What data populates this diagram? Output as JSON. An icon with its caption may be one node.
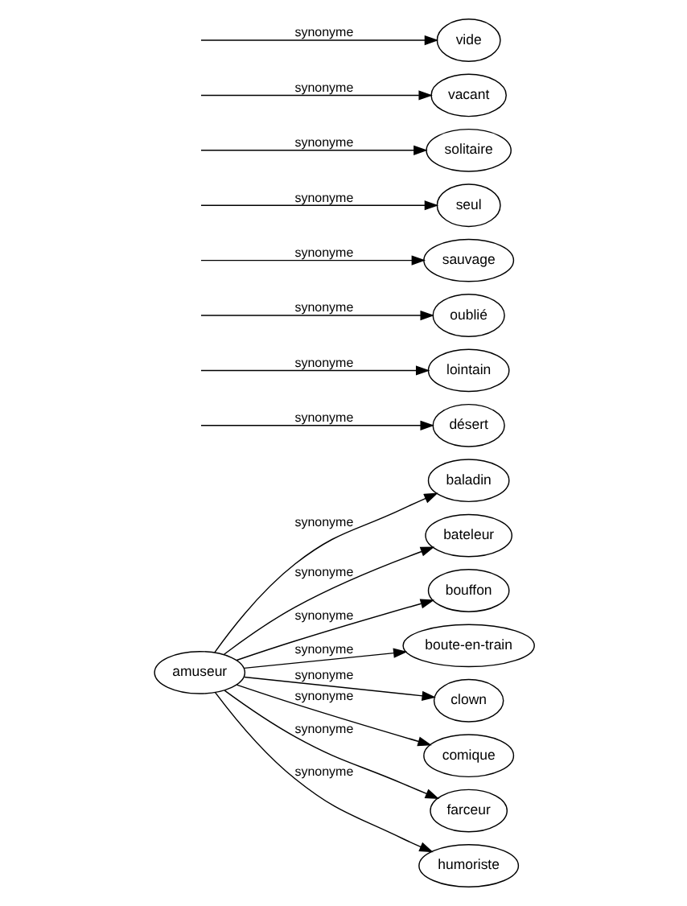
{
  "diagram": {
    "nodes": [
      {
        "text": [
          "amuseur"
        ]
      },
      {
        "text": [
          "baladin"
        ]
      },
      {
        "text": [
          "bateleur"
        ]
      },
      {
        "text": [
          "bouffon"
        ]
      },
      {
        "text": [
          "boute-en-train"
        ]
      },
      {
        "text": [
          "clown"
        ]
      },
      {
        "text": [
          "comique"
        ]
      },
      {
        "text": [
          "farceur"
        ]
      },
      {
        "text": [
          "humoriste"
        ]
      },
      {
        "text": [
          "désert"
        ]
      },
      {
        "text": [
          "lointain"
        ]
      },
      {
        "text": [
          "oublié"
        ]
      },
      {
        "text": [
          "sauvage"
        ]
      },
      {
        "text": [
          "seul"
        ]
      },
      {
        "text": [
          "solitaire"
        ]
      },
      {
        "text": [
          "vacant"
        ]
      },
      {
        "text": [
          "vide"
        ]
      }
    ],
    "edges": [
      {
        "from": 0,
        "to": 1,
        "arrow": "to",
        "label": "synonyme"
      },
      {
        "from": 0,
        "to": 2,
        "arrow": "to",
        "label": "synonyme"
      },
      {
        "from": 0,
        "to": 3,
        "arrow": "to",
        "label": "synonyme"
      },
      {
        "from": 0,
        "to": 4,
        "arrow": "to",
        "label": "synonyme"
      },
      {
        "from": 0,
        "to": 5,
        "arrow": "to",
        "label": "synonyme"
      },
      {
        "from": 0,
        "to": 6,
        "arrow": "to",
        "label": "synonyme"
      },
      {
        "from": 0,
        "to": 7,
        "arrow": "to",
        "label": "synonyme"
      },
      {
        "from": 0,
        "to": 8,
        "arrow": "to",
        "label": "synonyme"
      },
      {
        "from": null,
        "to": 9,
        "arrow": "to",
        "label": "synonyme"
      },
      {
        "from": null,
        "to": 10,
        "arrow": "to",
        "label": "synonyme"
      },
      {
        "from": null,
        "to": 11,
        "arrow": "to",
        "label": "synonyme"
      },
      {
        "from": null,
        "to": 12,
        "arrow": "to",
        "label": "synonyme"
      },
      {
        "from": null,
        "to": 13,
        "arrow": "to",
        "label": "synonyme"
      },
      {
        "from": null,
        "to": 14,
        "arrow": "to",
        "label": "synonyme"
      },
      {
        "from": null,
        "to": 15,
        "arrow": "to",
        "label": "synonyme"
      },
      {
        "from": null,
        "to": 16,
        "arrow": "to",
        "label": "synonyme"
      }
    ]
  }
}
